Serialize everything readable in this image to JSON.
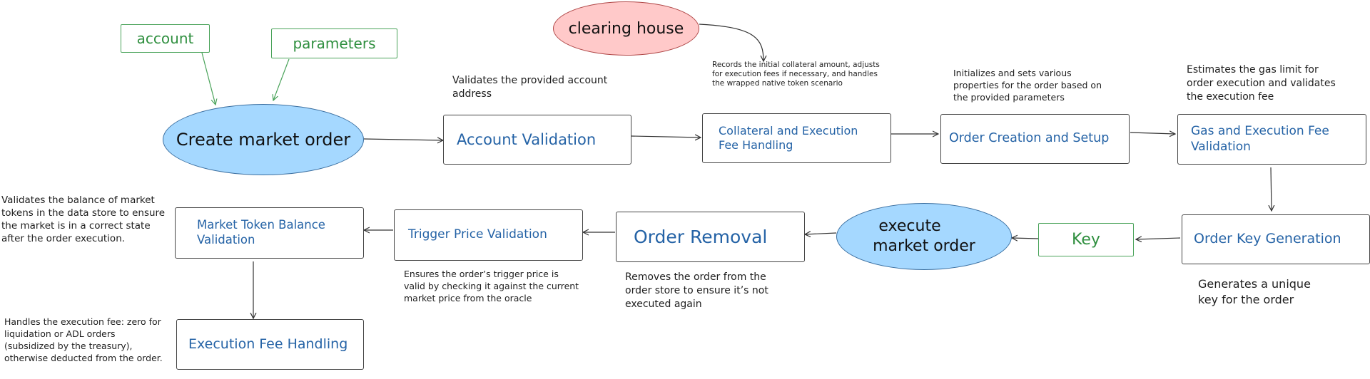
{
  "inputs": {
    "account": "account",
    "parameters": "parameters"
  },
  "clearing_house": "clearing house",
  "create_market_order": "Create market order",
  "execute_market_order_line1": "execute",
  "execute_market_order_line2": "market order",
  "key": "Key",
  "steps": {
    "account_validation": "Account Validation",
    "collateral_fee": "Collateral and Execution Fee Handling",
    "order_creation": "Order Creation and Setup",
    "gas_fee_validation": "Gas and Execution Fee Validation",
    "order_key_generation": "Order Key Generation",
    "order_removal": "Order Removal",
    "trigger_price_validation": "Trigger Price Validation",
    "market_token_balance_validation": "Market Token Balance Validation",
    "execution_fee_handling": "Execution Fee Handling"
  },
  "notes": {
    "account_validation": "Validates the provided account address",
    "collateral_fee": "Records the initial collateral amount, adjusts for execution fees if necessary, and handles the wrapped native token scenario",
    "order_creation": "Initializes and sets various properties for the order based on the provided parameters",
    "gas_fee_validation": "Estimates the gas limit for order execution and validates the execution fee",
    "order_key_generation": "Generates a unique key for the order",
    "order_removal": "Removes the order from the order store to ensure it’s not executed again",
    "trigger_price_validation": "Ensures the order’s trigger price is valid by checking it against the current market price from the oracle",
    "market_token_balance_validation": "Validates the balance of market tokens in the data store to ensure the market is in a correct state after the order execution.",
    "execution_fee_handling": "Handles the execution fee: zero for liquidation or ADL orders (subsidized by the treasury), otherwise deducted from the order."
  },
  "colors": {
    "step_text": "#2563a6",
    "input_text": "#2f8f3f",
    "ellipse_blue": "#a5d8ff",
    "ellipse_red": "#ffc9c9"
  }
}
